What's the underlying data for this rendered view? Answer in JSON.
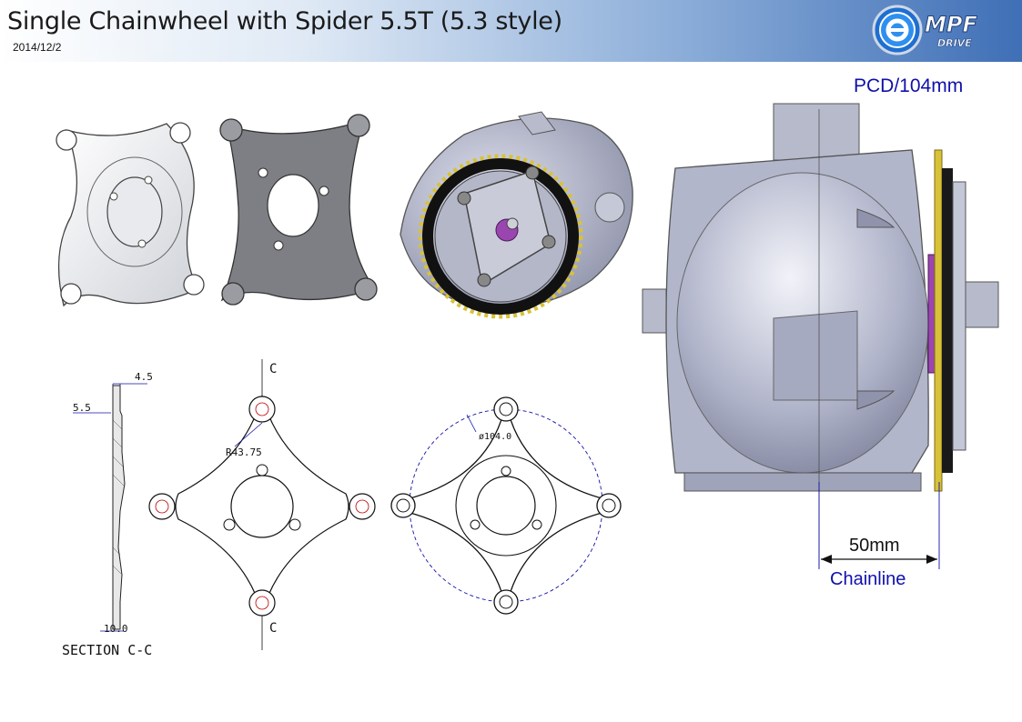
{
  "header": {
    "title": "Single Chainwheel with Spider 5.5T (5.3 style)",
    "date": "2014/12/2",
    "logo_word": "MPF",
    "logo_sub": "DRIVE"
  },
  "annotations": {
    "pcd": "PCD/104mm",
    "chainline_value": "50mm",
    "chainline_label": "Chainline"
  },
  "drawing": {
    "dim_4_5": "4.5",
    "dim_5_5": "5.5",
    "dim_10_0": "10.0",
    "section_label": "SECTION C-C",
    "cut_mark": "C",
    "radius_label": "R43.75",
    "pcd_dia_label": "ø104.0"
  },
  "colors": {
    "accent_blue": "#1010aa",
    "motor_grey": "#a9adc3",
    "chainring_gold": "#d8c23a",
    "motor_shaft_purple": "#9b46b0"
  }
}
